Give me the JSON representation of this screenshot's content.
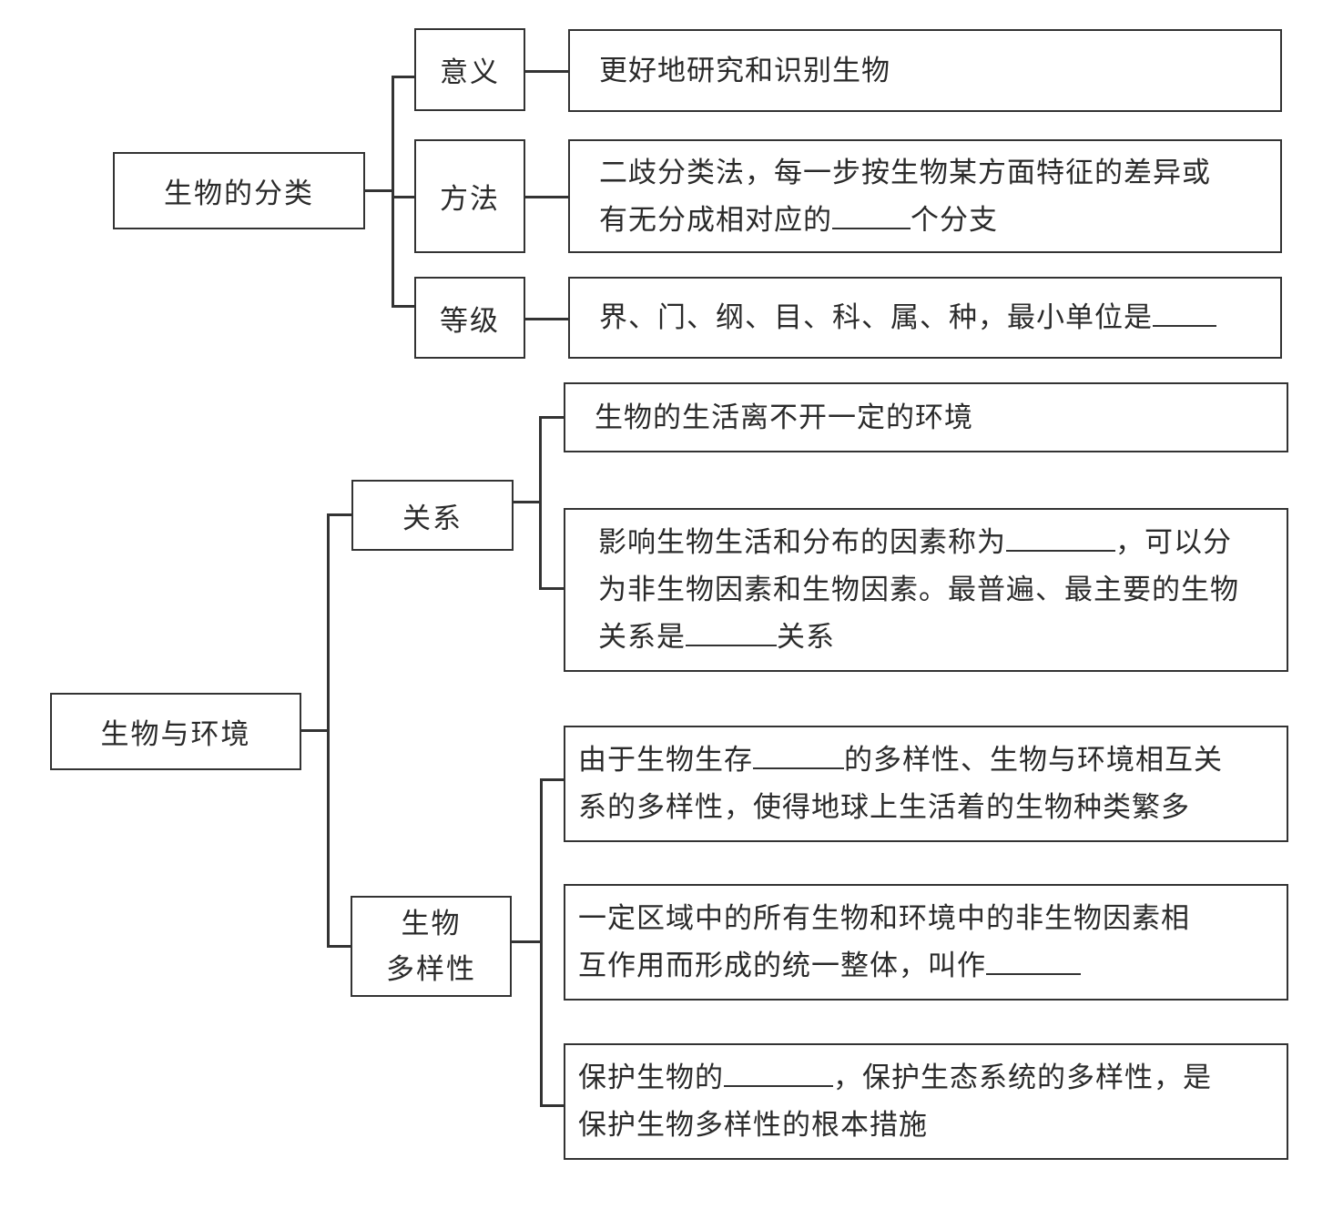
{
  "classification": {
    "root": "生物的分类",
    "branches": [
      {
        "label": "意义",
        "lines": [
          "更好地研究和识别生物"
        ]
      },
      {
        "label": "方法",
        "lines": [
          "二歧分类法，每一步按生物某方面特征的差异或",
          "有无分成相对应的",
          "个分支"
        ]
      },
      {
        "label": "等级",
        "lines": [
          "界、门、纲、目、科、属、种，最小单位是"
        ]
      }
    ]
  },
  "environment": {
    "root": "生物与环境",
    "relation": {
      "label": "关系",
      "items": [
        {
          "lines": [
            "生物的生活离不开一定的环境"
          ]
        },
        {
          "lines": [
            "影响生物生活和分布的因素称为",
            "，可以分",
            "为非生物因素和生物因素。最普遍、最主要的生物",
            "关系是",
            "关系"
          ]
        }
      ]
    },
    "diversity": {
      "label_line1": "生物",
      "label_line2": "多样性",
      "items": [
        {
          "lines": [
            "由于生物生存",
            "的多样性、生物与环境相互关",
            "系的多样性，使得地球上生活着的生物种类繁多"
          ]
        },
        {
          "lines": [
            "一定区域中的所有生物和环境中的非生物因素相",
            "互作用而形成的统一整体，叫作"
          ]
        },
        {
          "lines": [
            "保护生物的",
            "，保护生态系统的多样性，是",
            "保护生物多样性的根本措施"
          ]
        }
      ]
    }
  }
}
